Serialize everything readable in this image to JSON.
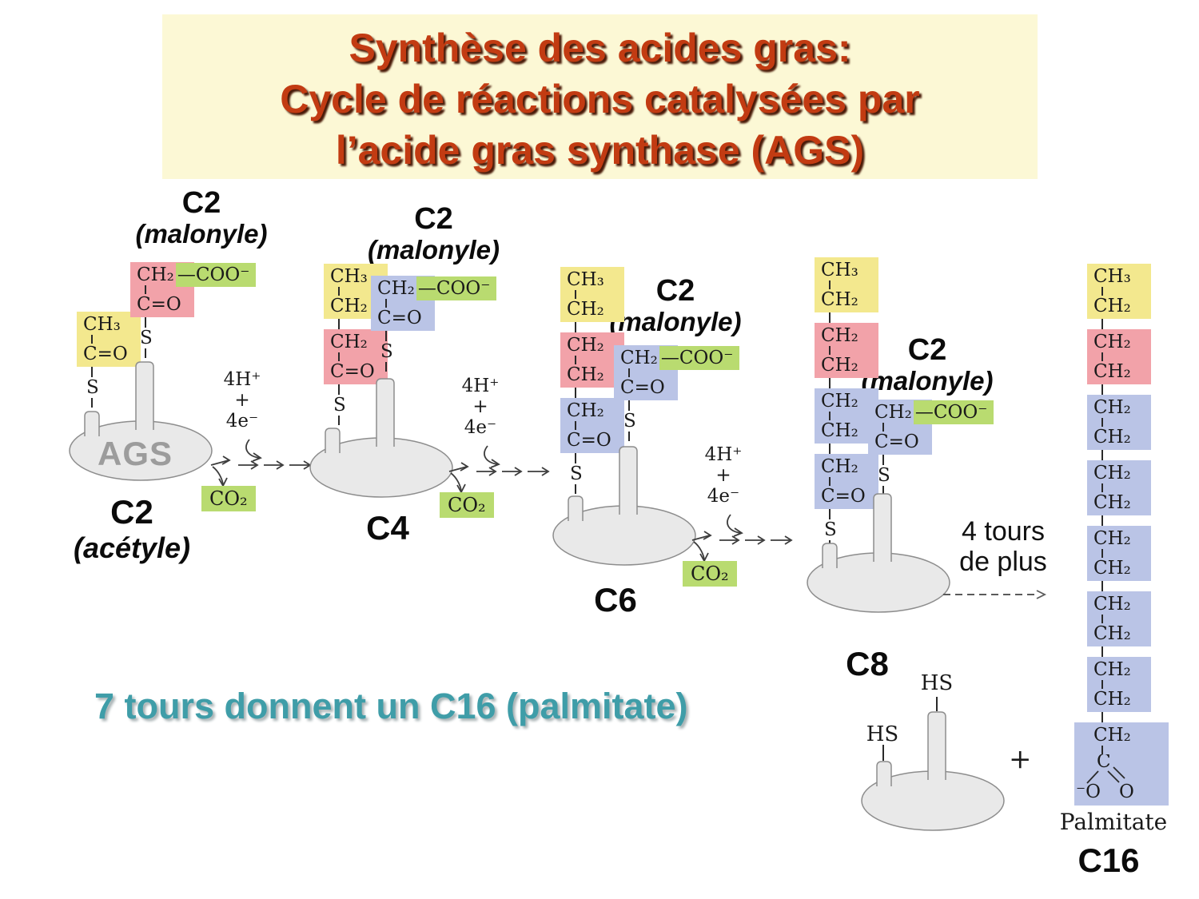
{
  "title": {
    "line1": "Synthèse des acides gras:",
    "line2": "Cycle de réactions catalysées par",
    "line3": "l’acide gras synthase (AGS)"
  },
  "note": "7 tours donnent un C16 (palmitate)",
  "headings": {
    "c2": "C2",
    "malonyle": "(malonyle)",
    "acetyle": "(acétyle)"
  },
  "stages": {
    "c2": "C2",
    "c4": "C4",
    "c6": "C6",
    "c8": "C8",
    "c16": "C16"
  },
  "atoms": {
    "ch3": "CH₃",
    "ch2": "CH₂",
    "co": "C=O",
    "s": "S",
    "coo": "—COO⁻",
    "c": "C",
    "o": "O",
    "o_minus": "⁻O"
  },
  "reaction": {
    "h": "4H⁺",
    "plus": "+",
    "e": "4e⁻",
    "co2": "CO₂"
  },
  "enzyme": {
    "name": "AGS",
    "hs": "HS"
  },
  "more_rounds": {
    "line1": "4 tours",
    "line2": "de plus"
  },
  "final": {
    "palmitate": "Palmitate",
    "plus": "+"
  },
  "colors": {
    "box_yellow": "#f3e88e",
    "box_pink": "#f2a2a9",
    "box_blue": "#bac4e6",
    "box_green": "#b9db70",
    "title_bg": "#fcf8d5",
    "title_text": "#c23b12",
    "note_teal": "#3f9da8",
    "enzyme_gray": "#e9e9e9"
  }
}
